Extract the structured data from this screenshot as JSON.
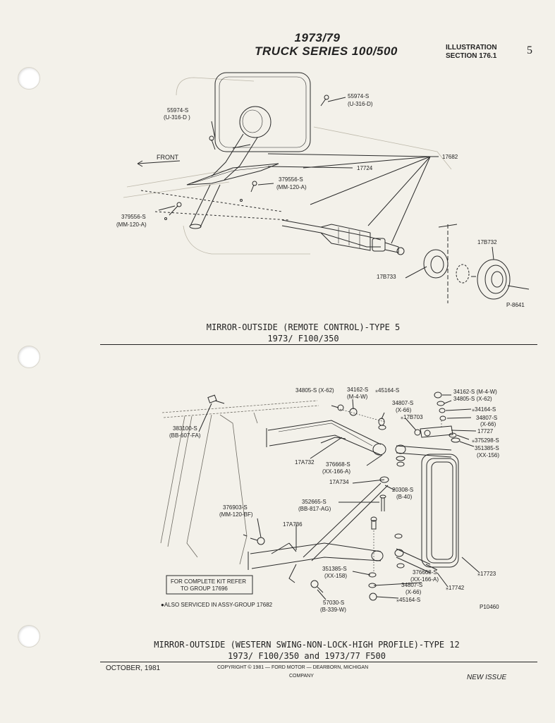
{
  "header": {
    "title_years": "1973/79",
    "title_series": "TRUCK SERIES 100/500",
    "illustration_line1": "ILLUSTRATION",
    "illustration_line2": "SECTION 176.1",
    "page_number": "5"
  },
  "diagram1": {
    "labels": {
      "p55974_left": "55974-S",
      "p55974_left_sub": "(U-316-D )",
      "p55974_right": "55974-S",
      "p55974_right_sub": "(U-316-D)",
      "front": "FRONT",
      "p17682": "17682",
      "p17724": "17724",
      "p379556_right": "379556-S",
      "p379556_right_sub": "(MM-120-A)",
      "p379556_left": "379556-S",
      "p379556_left_sub": "(MM-120-A)",
      "p17b732": "17B732",
      "p17b733": "17B733",
      "ref": "P-8641"
    },
    "caption_line1": "MIRROR-OUTSIDE (REMOTE CONTROL)-TYPE 5",
    "caption_line2": "1973/  F100/350"
  },
  "diagram2": {
    "labels": {
      "p34805_top": "34805-S (X-62)",
      "p34162_top": "34162-S",
      "p34162_top_sub": "(M-4-W)",
      "p45164_top": "⁎45164-S",
      "p34807_top": "34807-S",
      "p34807_top_sub": "(X-66)",
      "p17b703": "⁎17B703",
      "p34162_r": "34162-S (M-4-W)",
      "p34805_r": "34805-S (X-62)",
      "p34164_r": "⁎34164-S",
      "p34807_r": "34807-S",
      "p34807_r_sub": "(X-66)",
      "p17727": "17727",
      "p375298": "⁎375298-S",
      "p351385_r": "351385-S",
      "p351385_r_sub": "(XX-156)",
      "p383100": "383100-S",
      "p383100_sub": "(BB-607-FA)",
      "p17a732": "17A732",
      "p376668_top": "376668-S",
      "p376668_top_sub": "(XX-166-A)",
      "p17a734": "17A734",
      "p20308": "20308-S",
      "p20308_sub": "(B-40)",
      "p352665": "352665-S",
      "p352665_sub": "(BB-817-AG)",
      "p376903": "376903-S",
      "p376903_sub": "(MM-120-BF)",
      "p17a736": "17A736",
      "p351385_b": "351385-S",
      "p351385_b_sub": "(XX-158)",
      "p376668_b": "376668-S",
      "p376668_b_sub": "(XX-166-A)",
      "p17723": "⁎17723",
      "p34807_b": "34807-S",
      "p34807_b_sub": "(X-66)",
      "p17742": "⁎17742",
      "p45164_b": "⁎45164-S",
      "p57030": "57030-S",
      "p57030_sub": "(B-339-W)",
      "ref": "P10460",
      "kit_note_line1": "FOR COMPLETE KIT REFER",
      "kit_note_line2": "TO GROUP 17696",
      "also_serviced": "●ALSO SERVICED IN ASSY-GROUP 17682"
    },
    "caption_line1": "MIRROR-OUTSIDE (WESTERN SWING-NON-LOCK-HIGH PROFILE)-TYPE 12",
    "caption_line2": "1973/     F100/350 and 1973/77 F500"
  },
  "footer": {
    "date": "OCTOBER, 1981",
    "copyright_line1": "COPYRIGHT © 1981  —  FORD MOTOR  —  DEARBORN, MICHIGAN",
    "copyright_line2": "COMPANY",
    "issue": "NEW ISSUE"
  }
}
